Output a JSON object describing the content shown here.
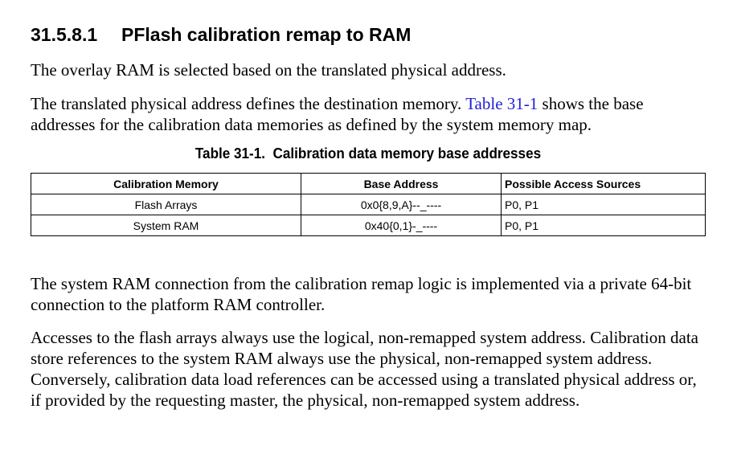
{
  "section": {
    "number": "31.5.8.1",
    "title": "PFlash calibration remap to RAM"
  },
  "paragraphs": {
    "p1": "The overlay RAM is selected based on the translated physical address.",
    "p2_before": "The translated physical address defines the destination memory. ",
    "p2_link": "Table 31-1",
    "p2_after": " shows the base addresses for the calibration data memories as defined by the system memory map.",
    "p3": "The system RAM connection from the calibration remap logic is implemented via a private 64-bit connection to the platform RAM controller.",
    "p4": "Accesses to the flash arrays always use the logical, non-remapped system address. Calibration data store references to the system RAM always use the physical, non-remapped system address. Conversely, calibration data load references can be accessed using a translated physical address or, if provided by the requesting master, the physical, non-remapped system address."
  },
  "table": {
    "caption": "Table 31-1.  Calibration data memory base addresses",
    "headers": [
      "Calibration Memory",
      "Base Address",
      "Possible Access Sources"
    ],
    "rows": [
      [
        "Flash Arrays",
        "0x0{8,9,A}--_----",
        "P0, P1"
      ],
      [
        "System RAM",
        "0x40{0,1}-_----",
        "P0, P1"
      ]
    ]
  },
  "colors": {
    "link": "#1f1fd6",
    "text": "#000000"
  }
}
